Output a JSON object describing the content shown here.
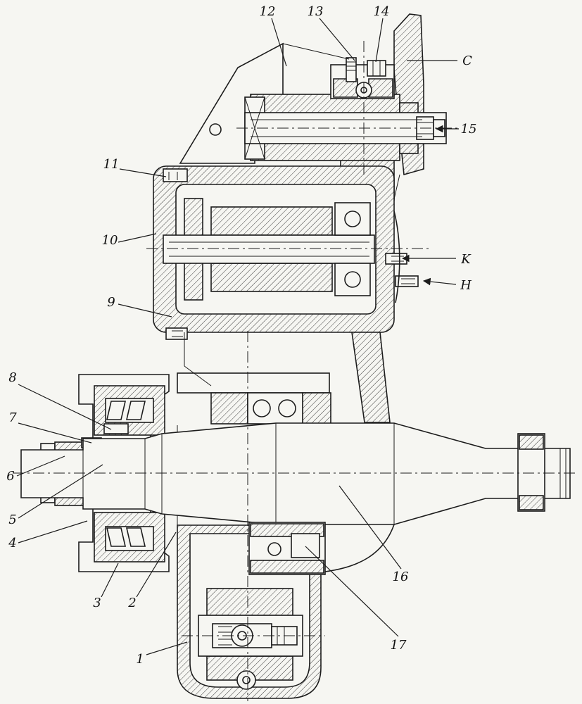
{
  "colors": {
    "background": "#f6f6f2",
    "ink": "#1c1c1c"
  },
  "callouts": {
    "c1": "1",
    "c2": "2",
    "c3": "3",
    "c4": "4",
    "c5": "5",
    "c6": "6",
    "c7": "7",
    "c8": "8",
    "c9": "9",
    "c10": "10",
    "c11": "11",
    "c12": "12",
    "c13": "13",
    "c14": "14",
    "c15": "15",
    "c16": "16",
    "c17": "17",
    "cC": "C",
    "cK": "K",
    "cH": "H"
  }
}
